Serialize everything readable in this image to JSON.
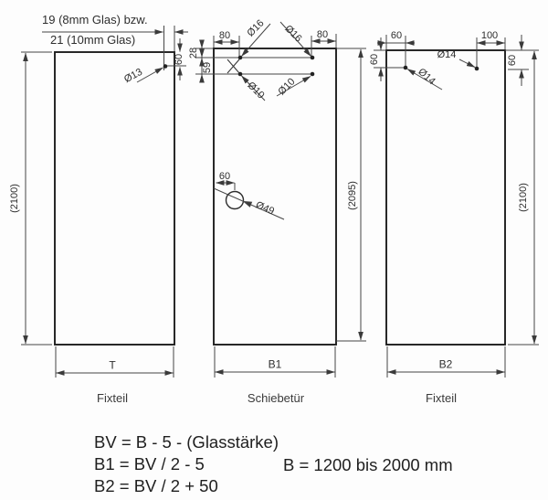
{
  "drawing": {
    "notes": {
      "glass8": "19 (8mm Glas) bzw.",
      "glass10": "21 (10mm Glas)"
    },
    "panels": {
      "left": {
        "caption": "Fixteil",
        "width_label": "T",
        "height_label": "(2100)"
      },
      "middle": {
        "caption": "Schiebetür",
        "width_label": "B1",
        "height_label": "(2095)"
      },
      "right": {
        "caption": "Fixteil",
        "width_label": "B2",
        "height_label": "(2100)"
      }
    },
    "dims": {
      "hole13": "Ø13",
      "left_edge60": "60",
      "offset28": "28",
      "offset59": "59",
      "top80_left": "80",
      "top80_right": "80",
      "hole16_left": "Ø16",
      "hole16_right": "Ø16",
      "hole10_left": "Ø10",
      "hole10_right": "Ø10",
      "knob60": "60",
      "knob49": "Ø49",
      "rp_top60": "60",
      "rp_top100": "100",
      "rp_side60_left": "60",
      "rp_side60_right": "60",
      "hole14_left": "Ø14",
      "hole14_right": "Ø14"
    },
    "formulas": {
      "bv": "BV = B - 5 - (Glasstärke)",
      "b1": "B1 = BV / 2 - 5",
      "b2": "B2 = BV / 2 + 50",
      "range": "B = 1200 bis 2000 mm"
    },
    "line_color": "#2a2a2a"
  }
}
